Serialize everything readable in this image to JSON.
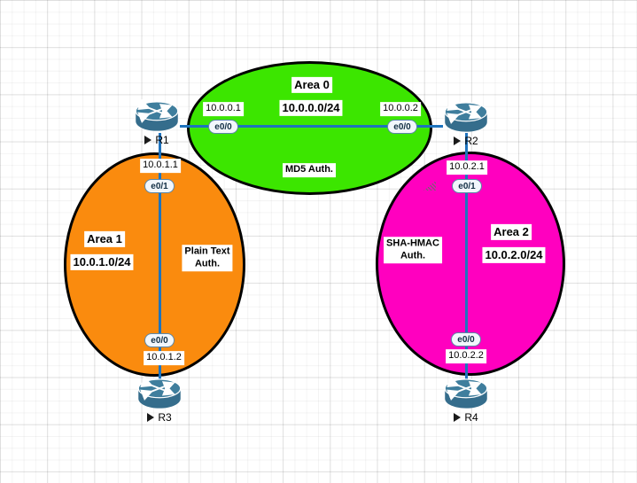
{
  "diagram": {
    "title_hint": "OSPF multi-area authentication topology",
    "areas": [
      {
        "name": "Area 0",
        "subnet": "10.0.0.0/24",
        "auth": "MD5 Auth.",
        "auth_lines": [
          "MD5 Auth."
        ],
        "fill": "#3ce600"
      },
      {
        "name": "Area 1",
        "subnet": "10.0.1.0/24",
        "auth": "Plain Text Auth.",
        "auth_lines": [
          "Plain Text",
          "Auth."
        ],
        "fill": "#fa8b0e"
      },
      {
        "name": "Area 2",
        "subnet": "10.0.2.0/24",
        "auth": "SHA-HMAC Auth.",
        "auth_lines": [
          "SHA-HMAC",
          "Auth."
        ],
        "fill": "#ff00bf"
      }
    ],
    "routers": [
      {
        "label": "R1"
      },
      {
        "label": "R2"
      },
      {
        "label": "R3"
      },
      {
        "label": "R4"
      }
    ],
    "interfaces": [
      {
        "router": "R1",
        "label": "e0/0",
        "ip": "10.0.0.1"
      },
      {
        "router": "R2",
        "label": "e0/0",
        "ip": "10.0.0.2"
      },
      {
        "router": "R1",
        "label": "e0/1",
        "ip": "10.0.1.1"
      },
      {
        "router": "R2",
        "label": "e0/1",
        "ip": "10.0.2.1"
      },
      {
        "router": "R3",
        "label": "e0/0",
        "ip": "10.0.1.2"
      },
      {
        "router": "R4",
        "label": "e0/0",
        "ip": "10.0.2.2"
      }
    ],
    "links": [
      {
        "from": "R1",
        "to": "R2",
        "area": "Area 0"
      },
      {
        "from": "R1",
        "to": "R3",
        "area": "Area 1"
      },
      {
        "from": "R2",
        "to": "R4",
        "area": "Area 2"
      }
    ],
    "colors": {
      "area0_fill": "#3ce600",
      "area1_fill": "#fa8b0e",
      "area2_fill": "#ff00bf",
      "link_blue": "#1e73be",
      "router_fill": "#3a7391",
      "shape_border": "#000000"
    }
  }
}
